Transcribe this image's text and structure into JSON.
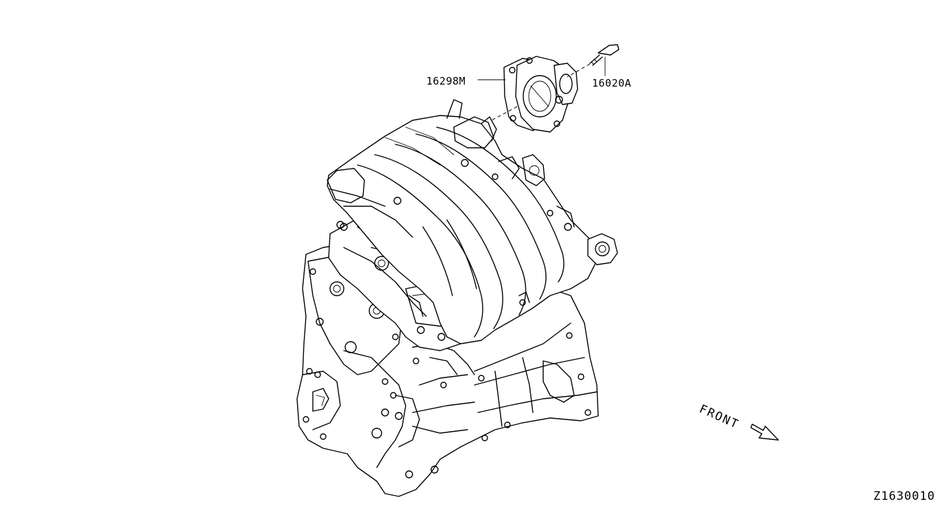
{
  "diagram": {
    "parts": [
      {
        "part_number": "16298M",
        "name": "throttle-body-gasket"
      },
      {
        "part_number": "16020A",
        "name": "bolt"
      }
    ],
    "orientation_label": "FRONT",
    "diagram_code": "Z1630010"
  },
  "colors": {
    "line": "#000000",
    "background": "#ffffff"
  }
}
